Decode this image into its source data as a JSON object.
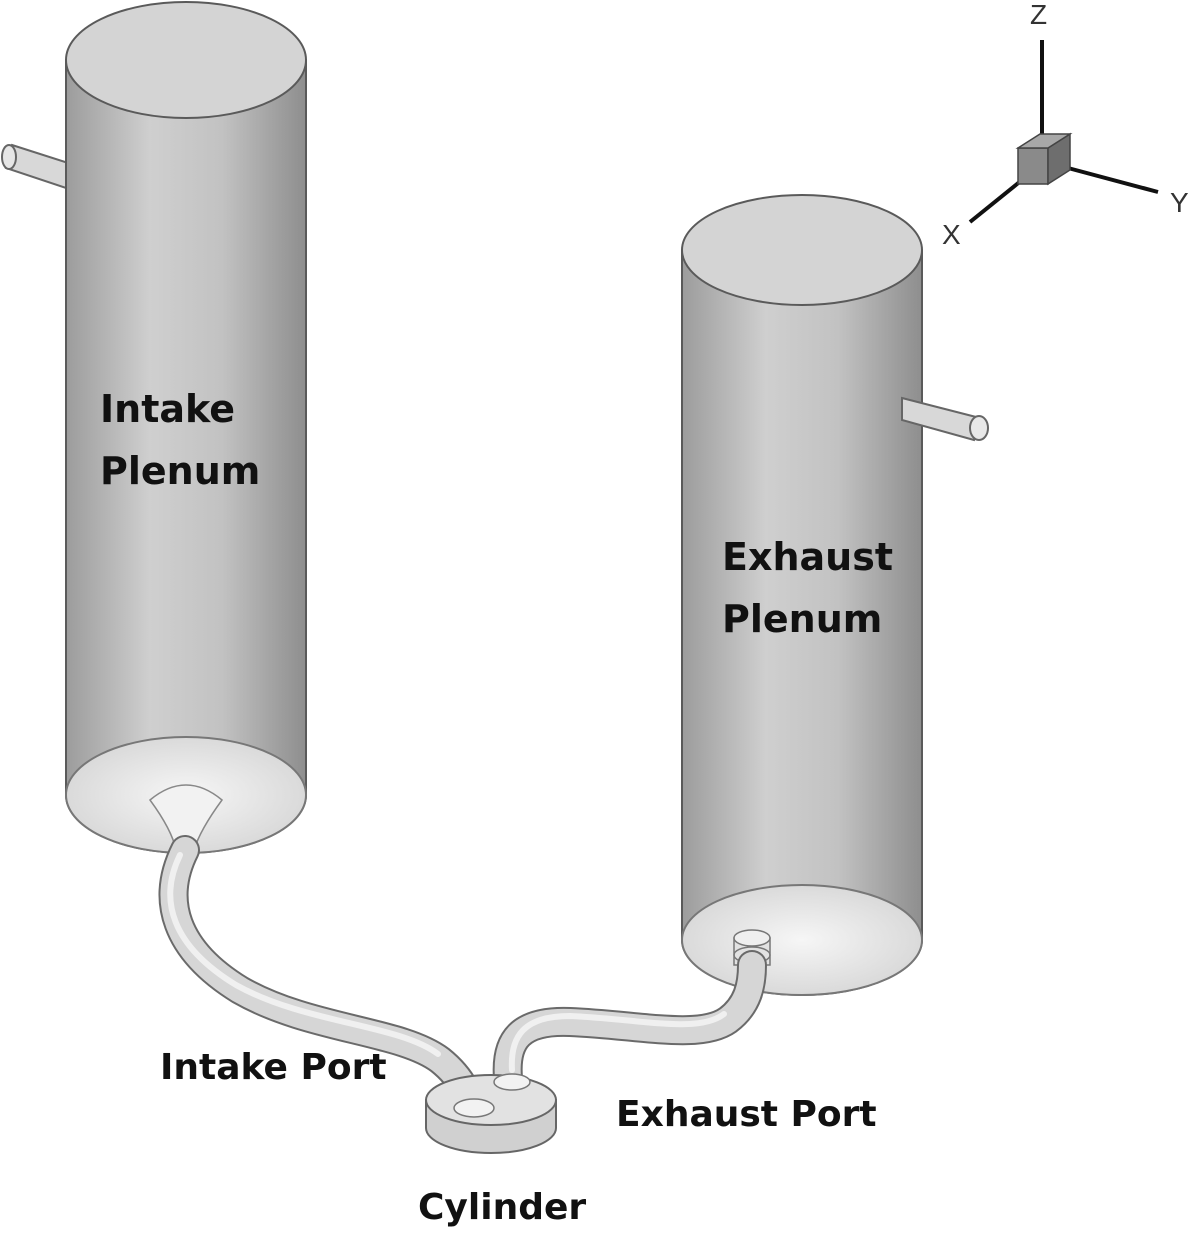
{
  "labels": {
    "intake_plenum": [
      "Intake",
      "Plenum"
    ],
    "exhaust_plenum": [
      "Exhaust",
      "Plenum"
    ],
    "intake_port": "Intake Port",
    "exhaust_port": "Exhaust Port",
    "cylinder": "Cylinder"
  },
  "axes": {
    "x": "X",
    "y": "Y",
    "z": "Z"
  },
  "colors": {
    "body_fill": "#c4c4c4",
    "body_shade": "#9a9a9a",
    "top_rim": "#d6d6d6",
    "bottom_face": "#e4e4e4",
    "outline": "#5a5a5a",
    "cube": "#8a8a8a"
  }
}
